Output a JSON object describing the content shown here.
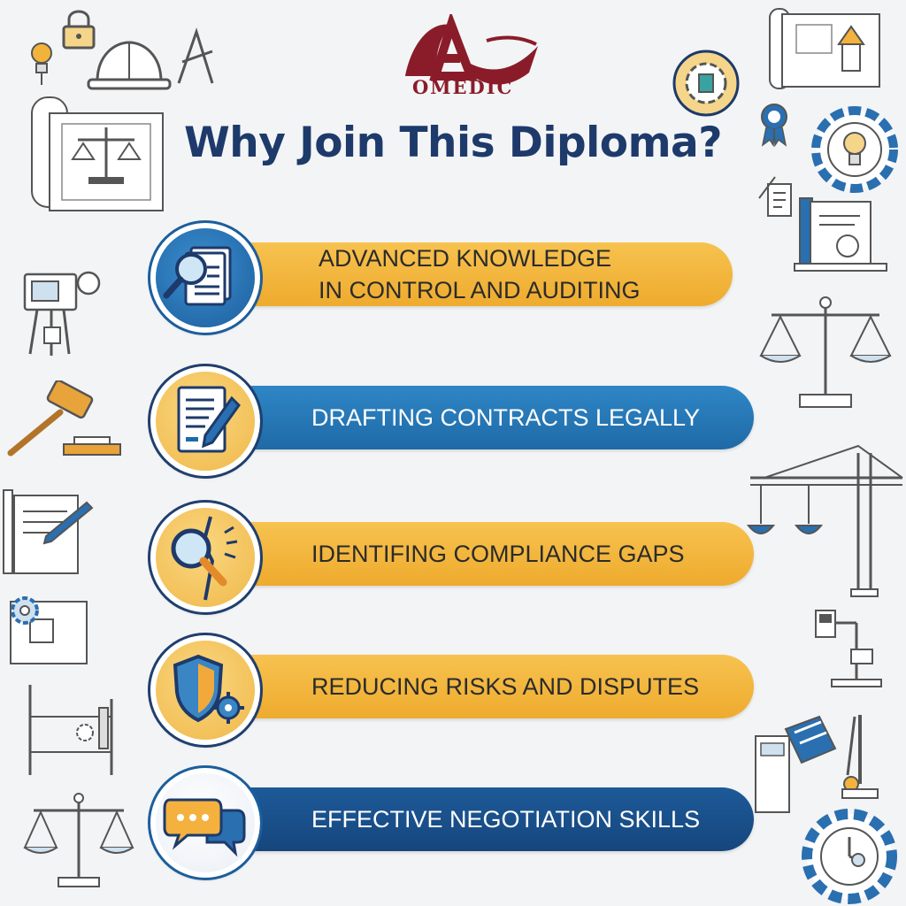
{
  "logo": {
    "text": "OMEDIC",
    "brand_color": "#8a1c2a"
  },
  "title": "Why Join This Diploma?",
  "colors": {
    "title": "#1d3a6b",
    "gold": "#efb030",
    "blue": "#1f6aa6",
    "navy": "#16467d"
  },
  "benefits": [
    {
      "label": "ADVANCED KNOWLEDGE\nIN CONTROL AND AUDITING",
      "icon": "document-magnifier-icon",
      "banner_color": "gold",
      "medallion_color": "blue"
    },
    {
      "label": "DRAFTING CONTRACTS LEGALLY",
      "icon": "document-pen-icon",
      "banner_color": "blue",
      "medallion_color": "gold"
    },
    {
      "label": "IDENTIFING COMPLIANCE GAPS",
      "icon": "magnifier-crack-icon",
      "banner_color": "gold",
      "medallion_color": "gold"
    },
    {
      "label": "REDUCING RISKS AND DISPUTES",
      "icon": "shield-gear-icon",
      "banner_color": "gold",
      "medallion_color": "gold"
    },
    {
      "label": "EFFECTIVE NEGOTIATION SKILLS",
      "icon": "chat-bubbles-icon",
      "banner_color": "navy",
      "medallion_color": "blue"
    }
  ],
  "decorations": [
    "padlock-icon",
    "lightbulb-icon",
    "hard-hat-icon",
    "drafting-tools-icon",
    "blueprint-scale-icon",
    "camera-rig-icon",
    "gavel-icon",
    "contract-pen-icon",
    "gear-blueprint-icon",
    "scaffold-icon",
    "balance-scale-icon",
    "blueprint-roll-icon",
    "gear-badge-icon",
    "award-ribbon-icon",
    "gear-lightbulb-icon",
    "checklist-icon",
    "certificate-icon",
    "crane-scales-icon",
    "pipe-fitting-icon",
    "binders-icon",
    "gear-clock-icon"
  ]
}
